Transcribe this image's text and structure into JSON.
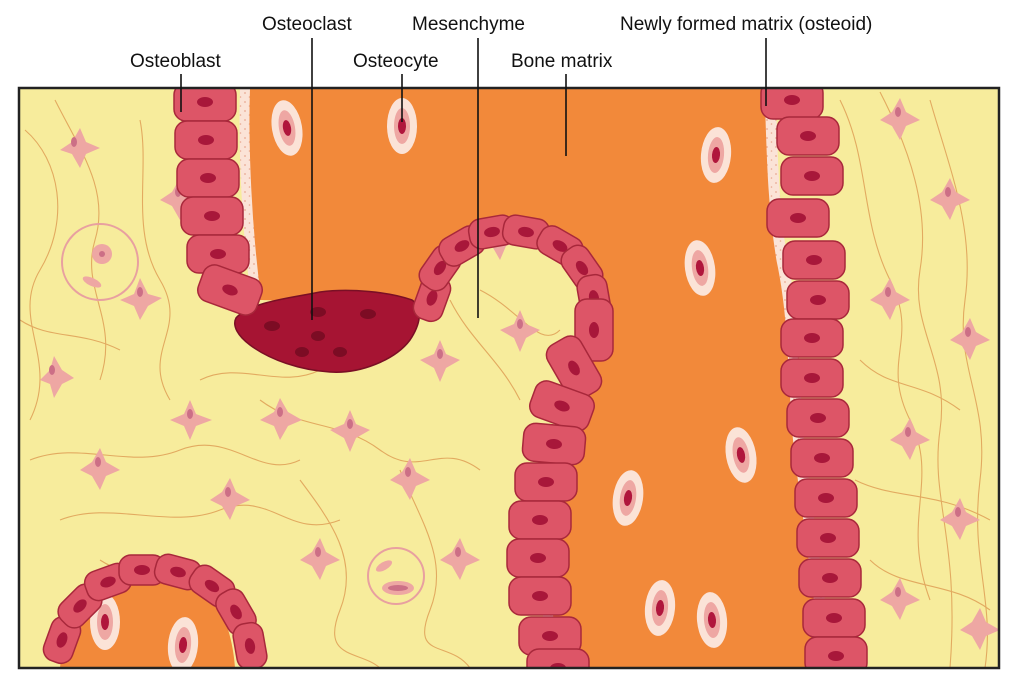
{
  "labels": {
    "osteoclast": "Osteoclast",
    "mesenchyme": "Mesenchyme",
    "newly_formed_matrix": "Newly formed matrix (osteoid)",
    "osteoblast": "Osteoblast",
    "osteocyte": "Osteocyte",
    "bone_matrix": "Bone matrix"
  },
  "colors": {
    "mesenchyme_background": "#f7ec9c",
    "mesenchyme_fibers": "#e0a35a",
    "mesenchymal_cell": "#eea7a3",
    "mesenchymal_nucleus": "#cc6f86",
    "bone_matrix": "#f2893a",
    "osteoid": "#fbe3d7",
    "osteoblast_cell": "#dd5567",
    "osteoblast_outline": "#a8283b",
    "osteoblast_nucleus": "#a8173a",
    "osteoclast": "#a61433",
    "osteoclast_nucleus": "#7c0c24",
    "osteocyte_halo": "#fbe3d7",
    "osteocyte_nucleus": "#b0163c",
    "frame": "#222222"
  }
}
